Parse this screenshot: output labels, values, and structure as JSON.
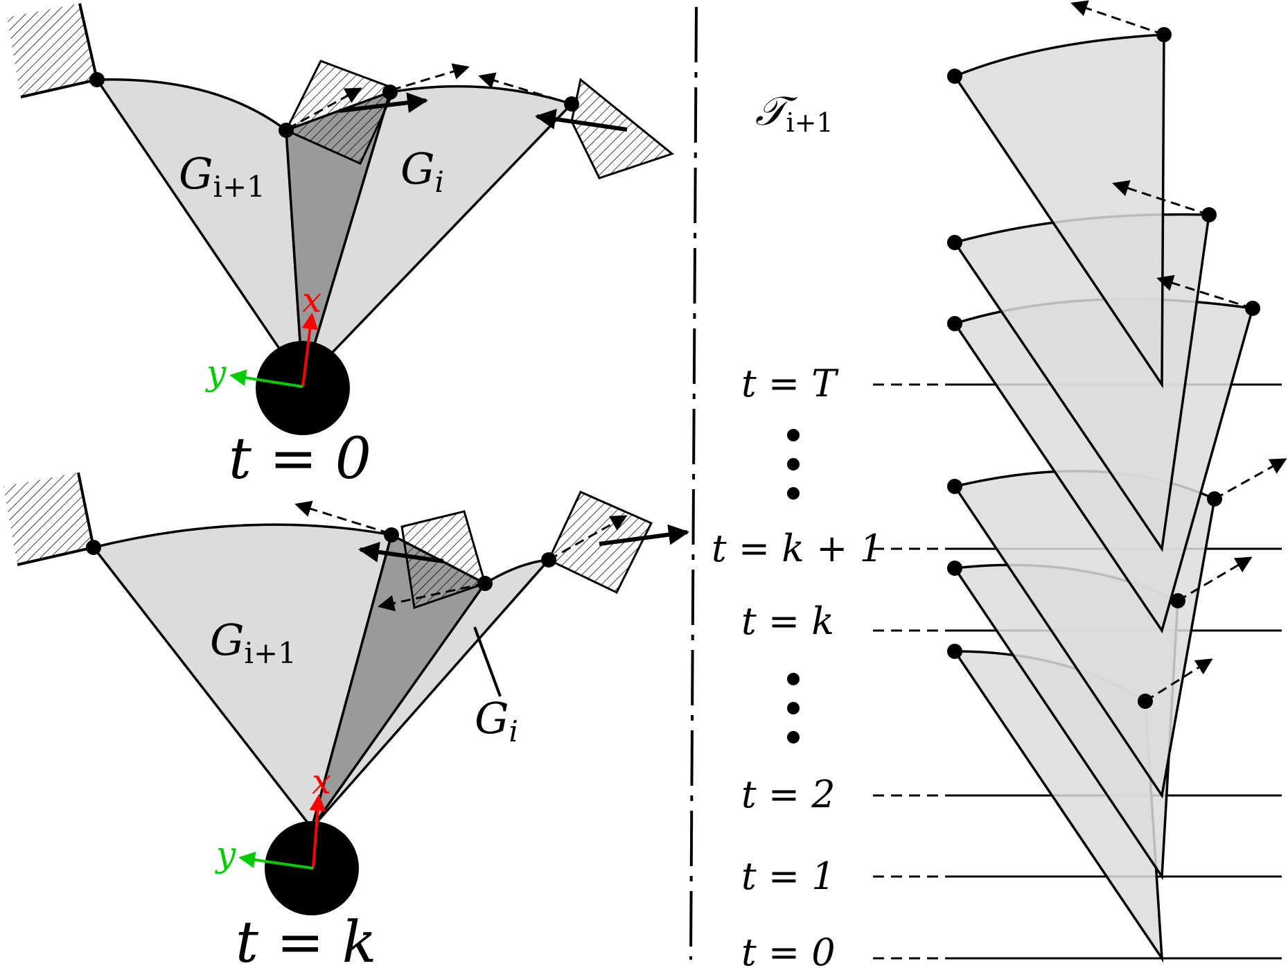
{
  "labels": {
    "top_group_left": "G",
    "top_group_left_sub": "i+1",
    "top_group_right": "G",
    "top_group_right_sub": "i",
    "top_time": "t = 0",
    "bottom_group_left": "G",
    "bottom_group_left_sub": "i+1",
    "bottom_group_right": "G",
    "bottom_group_right_sub": "i",
    "bottom_time": "t = k",
    "x_axis_top": "x",
    "y_axis_top": "y",
    "x_axis_bottom": "x",
    "y_axis_bottom": "y",
    "trajectory": "𝒯",
    "trajectory_sub": "i+1",
    "t_T": "t = T",
    "t_k1": "t = k + 1",
    "t_k": "t = k",
    "t_2": "t = 2",
    "t_1": "t = 1",
    "t_0": "t = 0"
  },
  "colors": {
    "light_gray": "#dcdcdc",
    "dark_gray": "#9a9a9a",
    "mid_gray": "#bebebe",
    "x_axis": "#ff0000",
    "y_axis": "#00cc00",
    "ink": "#000000"
  }
}
